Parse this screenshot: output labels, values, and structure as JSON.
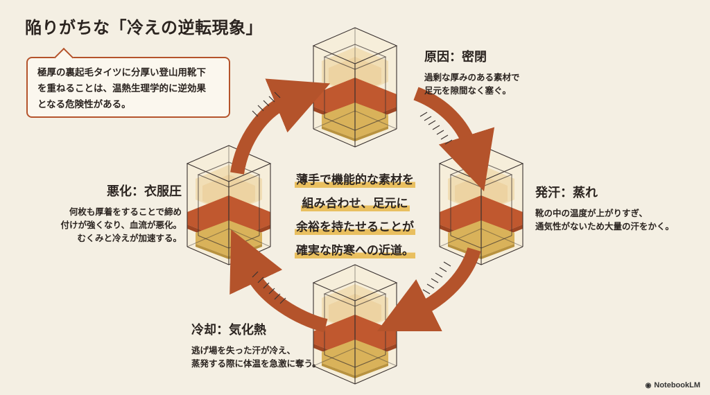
{
  "title": "陥りがちな「冷えの逆転現象」",
  "note": "極厚の裏起毛タイツに分厚い登山用靴下\nを重ねることは、温熱生理学的に逆効果\nとなる危険性がある。",
  "stages": [
    {
      "title": "原因：密閉",
      "text": "過剰な厚みのある素材で\n足元を隙間なく塞ぐ。"
    },
    {
      "title": "発汗：蒸れ",
      "text": "靴の中の温度が上がりすぎ、\n通気性がないため大量の汗をかく。"
    },
    {
      "title": "冷却：気化熱",
      "text": "逃げ場を失った汗が冷え、\n蒸発する際に体温を急激に奪う。"
    },
    {
      "title": "悪化：衣服圧",
      "text": "何枚も厚着をすることで締め\n付けが強くなり、血流が悪化。\nむくみと冷えが加速する。"
    }
  ],
  "center_lines": [
    "薄手で機能的な素材を",
    "組み合わせ、足元に",
    "余裕を持たせることが",
    "確実な防寒への近道。"
  ],
  "brand": "NotebookLM",
  "colors": {
    "arrow": "#b4532b",
    "arrow_dark": "#8e3b1c",
    "layer_red": "#c0582f",
    "layer_gold": "#d9b25a",
    "layer_cream": "#f1dcb0",
    "highlight": "#e9bf5f",
    "background": "#f4efe3"
  }
}
